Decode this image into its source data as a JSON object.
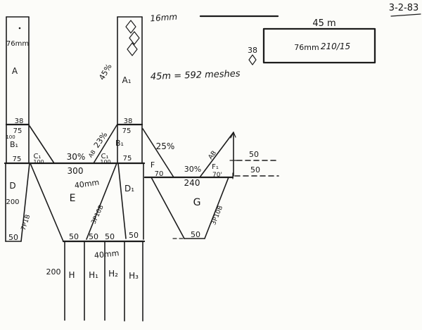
{
  "page": {
    "date": "3-2-83",
    "ink_color": "#1c1c1c",
    "paper_color": "#fcfcf9"
  },
  "top_annotations": {
    "mesh_size": "16mm",
    "equation": "45m = 592 meshes"
  },
  "headrope_box": {
    "length": "45 m",
    "mesh_size": "76mm",
    "twine": "210/15",
    "depth": "38"
  },
  "panel_a": {
    "mesh_size": "76mm",
    "name": "A",
    "bottom_count": "38"
  },
  "panel_a1": {
    "taper": "45%",
    "name": "A₁",
    "bottom_count": "38"
  },
  "panel_b1_left": {
    "top_count": "75",
    "side_count": "100",
    "name": "B₁",
    "bottom_count": "75"
  },
  "panel_b1_right": {
    "top_count": "75",
    "name": "B₁",
    "bottom_count": "75"
  },
  "taper_c1_left": {
    "name": "C₁",
    "count": "100"
  },
  "taper_c1_right": {
    "taper": "23%",
    "cut_rate": "AB",
    "name": "C₁",
    "count": "100"
  },
  "mid_taper": "30%",
  "panel_d": {
    "name": "D",
    "side_count": "200",
    "bottom_count": "50",
    "cut_rate": "7P1B"
  },
  "panel_e": {
    "top_count": "300",
    "mesh_size": "40mm",
    "name": "E",
    "cut_rate": "3P10B"
  },
  "panel_d1": {
    "name": "D₁"
  },
  "codend": {
    "top_counts": [
      "50",
      "50",
      "50",
      "50"
    ],
    "mesh_size": "40mm",
    "side_count": "200",
    "panel_names": [
      "H",
      "H₁",
      "H₂",
      "H₃"
    ]
  },
  "panel_f": {
    "taper": "25%",
    "name": "F",
    "count": "70"
  },
  "panel_f1": {
    "name": "F₁",
    "count": "70'",
    "cut_rate": "AB",
    "taper": "30%"
  },
  "panel_g": {
    "top_count": "240",
    "name": "G",
    "bottom_count": "50",
    "cut_rate": "3P10B"
  },
  "side_marks": {
    "upper": "50",
    "lower": "50"
  }
}
